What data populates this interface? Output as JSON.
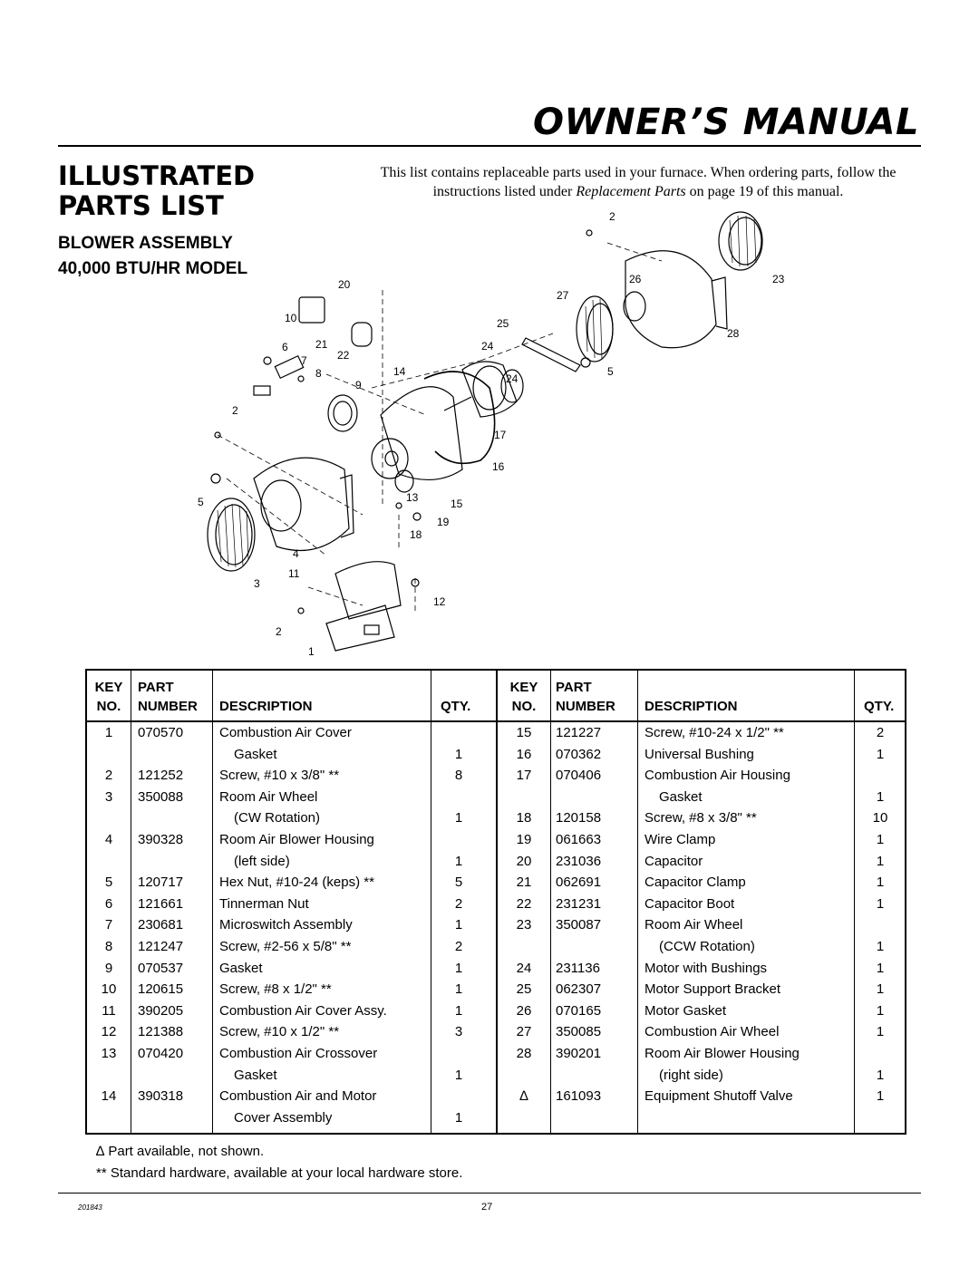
{
  "header": {
    "title": "OWNER’S MANUAL"
  },
  "section": {
    "title_line1": "ILLUSTRATED",
    "title_line2": "PARTS LIST",
    "subtitle_line1": "BLOWER ASSEMBLY",
    "subtitle_line2": "40,000 BTU/HR MODEL"
  },
  "intro": {
    "text_before": "This list contains replaceable parts used in your furnace. When ordering parts, follow the instructions listed under ",
    "italic": "Replacement Parts",
    "text_after": " on page 19 of this manual."
  },
  "diagram_labels": [
    "1",
    "2",
    "2",
    "2",
    "3",
    "4",
    "5",
    "5",
    "6",
    "7",
    "8",
    "9",
    "10",
    "11",
    "12",
    "13",
    "14",
    "15",
    "16",
    "17",
    "18",
    "19",
    "20",
    "21",
    "22",
    "23",
    "24",
    "24",
    "25",
    "26",
    "27",
    "28"
  ],
  "table": {
    "headers": {
      "key_1": "KEY",
      "key_2": "NO.",
      "part_1": "PART",
      "part_2": "NUMBER",
      "description": "DESCRIPTION",
      "qty": "QTY."
    },
    "left_rows": [
      {
        "key": "1",
        "part": "070570",
        "desc": "Combustion Air Cover",
        "qty": ""
      },
      {
        "key": "",
        "part": "",
        "desc": "Gasket",
        "qty": "1"
      },
      {
        "key": "2",
        "part": "121252",
        "desc": "Screw, #10 x 3/8\" **",
        "qty": "8"
      },
      {
        "key": "3",
        "part": "350088",
        "desc": "Room Air Wheel",
        "qty": ""
      },
      {
        "key": "",
        "part": "",
        "desc": "(CW Rotation)",
        "qty": "1"
      },
      {
        "key": "4",
        "part": "390328",
        "desc": "Room Air Blower Housing",
        "qty": ""
      },
      {
        "key": "",
        "part": "",
        "desc": "(left side)",
        "qty": "1"
      },
      {
        "key": "5",
        "part": "120717",
        "desc": "Hex Nut, #10-24 (keps) **",
        "qty": "5"
      },
      {
        "key": "6",
        "part": "121661",
        "desc": "Tinnerman Nut",
        "qty": "2"
      },
      {
        "key": "7",
        "part": "230681",
        "desc": "Microswitch Assembly",
        "qty": "1"
      },
      {
        "key": "8",
        "part": "121247",
        "desc": "Screw, #2-56 x 5/8\" **",
        "qty": "2"
      },
      {
        "key": "9",
        "part": "070537",
        "desc": "Gasket",
        "qty": "1"
      },
      {
        "key": "10",
        "part": "120615",
        "desc": "Screw, #8 x 1/2\" **",
        "qty": "1"
      },
      {
        "key": "11",
        "part": "390205",
        "desc": "Combustion Air Cover Assy.",
        "qty": "1"
      },
      {
        "key": "12",
        "part": "121388",
        "desc": "Screw, #10 x 1/2\" **",
        "qty": "3"
      },
      {
        "key": "13",
        "part": "070420",
        "desc": "Combustion Air Crossover",
        "qty": ""
      },
      {
        "key": "",
        "part": "",
        "desc": "Gasket",
        "qty": "1"
      },
      {
        "key": "14",
        "part": "390318",
        "desc": "Combustion Air and Motor",
        "qty": ""
      },
      {
        "key": "",
        "part": "",
        "desc": "Cover Assembly",
        "qty": "1"
      }
    ],
    "right_rows": [
      {
        "key": "15",
        "part": "121227",
        "desc": "Screw, #10-24 x 1/2\" **",
        "qty": "2"
      },
      {
        "key": "16",
        "part": "070362",
        "desc": "Universal Bushing",
        "qty": "1"
      },
      {
        "key": "17",
        "part": "070406",
        "desc": "Combustion Air Housing",
        "qty": ""
      },
      {
        "key": "",
        "part": "",
        "desc": "Gasket",
        "qty": "1"
      },
      {
        "key": "18",
        "part": "120158",
        "desc": "Screw, #8 x 3/8\" **",
        "qty": "10"
      },
      {
        "key": "19",
        "part": "061663",
        "desc": "Wire Clamp",
        "qty": "1"
      },
      {
        "key": "20",
        "part": "231036",
        "desc": "Capacitor",
        "qty": "1"
      },
      {
        "key": "21",
        "part": "062691",
        "desc": "Capacitor Clamp",
        "qty": "1"
      },
      {
        "key": "22",
        "part": "231231",
        "desc": "Capacitor Boot",
        "qty": "1"
      },
      {
        "key": "23",
        "part": "350087",
        "desc": "Room Air Wheel",
        "qty": ""
      },
      {
        "key": "",
        "part": "",
        "desc": "(CCW Rotation)",
        "qty": "1"
      },
      {
        "key": "24",
        "part": "231136",
        "desc": "Motor with Bushings",
        "qty": "1"
      },
      {
        "key": "25",
        "part": "062307",
        "desc": "Motor Support Bracket",
        "qty": "1"
      },
      {
        "key": "26",
        "part": "070165",
        "desc": "Motor Gasket",
        "qty": "1"
      },
      {
        "key": "27",
        "part": "350085",
        "desc": "Combustion Air Wheel",
        "qty": "1"
      },
      {
        "key": "28",
        "part": "390201",
        "desc": "Room Air Blower Housing",
        "qty": ""
      },
      {
        "key": "",
        "part": "",
        "desc": "(right side)",
        "qty": "1"
      },
      {
        "key": "∆",
        "part": "161093",
        "desc": "Equipment Shutoff Valve",
        "qty": "1"
      }
    ]
  },
  "footnotes": {
    "not_shown": "∆ Part available, not shown.",
    "standard_hw": "** Standard hardware, available at your local hardware store."
  },
  "footer": {
    "doc_code": "201843",
    "page_number": "27"
  }
}
